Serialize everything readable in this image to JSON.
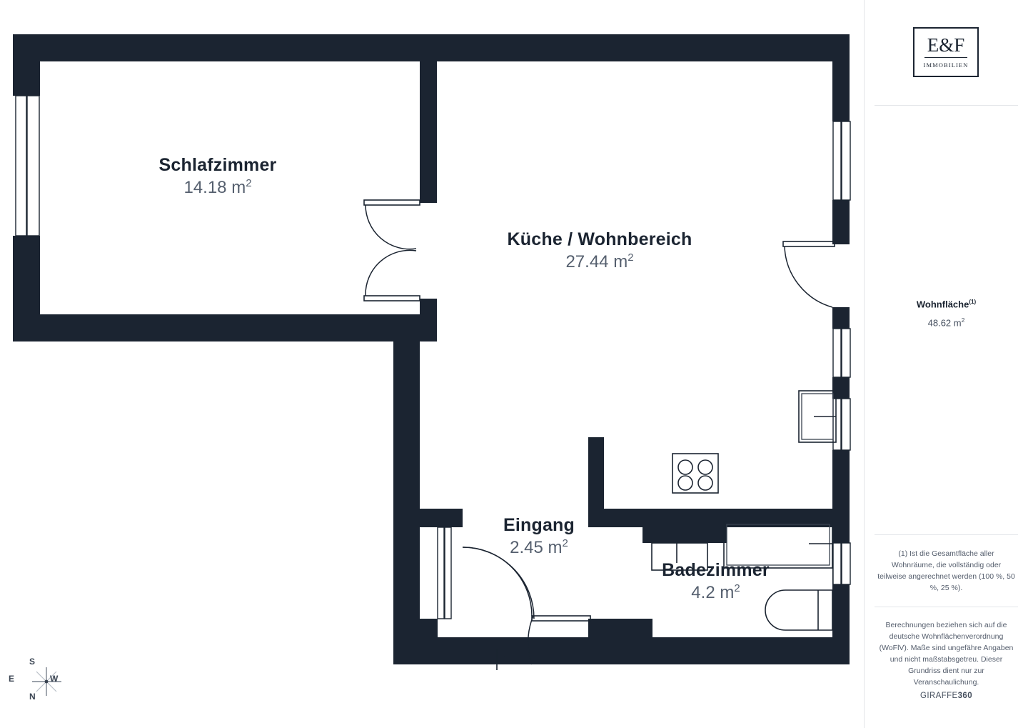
{
  "document": {
    "type": "floor-plan",
    "background_color": "#ffffff",
    "wall_color": "#1b2431",
    "text_color": "#1b2431",
    "muted_text_color": "#545d6c"
  },
  "plan": {
    "rooms": [
      {
        "id": "schlafzimmer",
        "name": "Schlafzimmer",
        "area": "14.18",
        "unit": "m",
        "exponent": "2"
      },
      {
        "id": "kueche_wohnbereich",
        "name": "Küche / Wohnbereich",
        "area": "27.44",
        "unit": "m",
        "exponent": "2"
      },
      {
        "id": "eingang",
        "name": "Eingang",
        "area": "2.45",
        "unit": "m",
        "exponent": "2"
      },
      {
        "id": "badezimmer",
        "name": "Badezimmer",
        "area": "4.2",
        "unit": "m",
        "exponent": "2"
      }
    ],
    "fixtures": [
      "stove-4-burner",
      "sink",
      "bathtub",
      "washbasin",
      "toilet",
      "window-double-left",
      "window-double-right-upper",
      "window-right-lower",
      "entry-door",
      "interior-door-bath",
      "double-door-bedroom",
      "balcony-door"
    ],
    "entry_arrow": "entrance-direction-arrow"
  },
  "compass": {
    "name": "compass-rose",
    "north": "N",
    "south": "S",
    "east": "E",
    "west": "W"
  },
  "sidebar": {
    "logo": {
      "main": "E&F",
      "sub": "IMMOBILIEN"
    },
    "living_area": {
      "title": "Wohnfläche",
      "title_footnote": "(1)",
      "value": "48.62",
      "unit": "m",
      "exponent": "2"
    },
    "footnote_1": "(1) Ist die Gesamtfläche aller Wohnräume, die vollständig oder teilweise angerechnet werden (100 %, 50 %, 25 %).",
    "footnote_2": "Berechnungen beziehen sich auf die deutsche Wohnflächenverordnung (WoFlV). Maße sind ungefähre Angaben und nicht maßstabsgetreu. Dieser Grundriss dient nur zur Veranschaulichung.",
    "brand": {
      "prefix": "GIRAFFE",
      "suffix": "360"
    }
  }
}
